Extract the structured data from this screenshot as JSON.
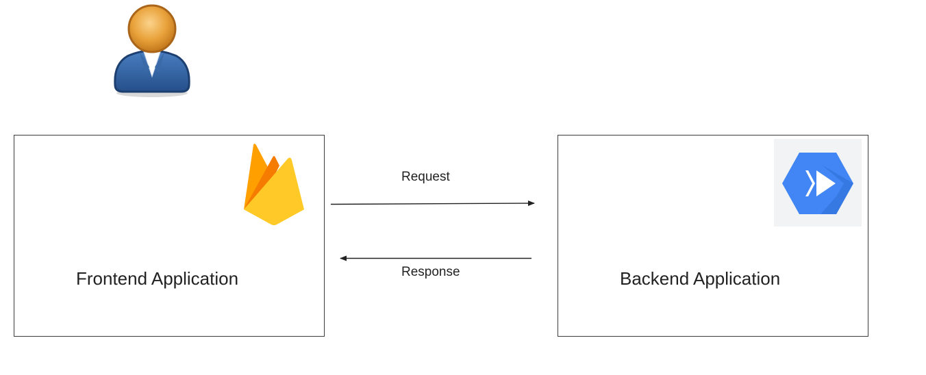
{
  "nodes": {
    "user": {
      "icon": "user-person-icon"
    },
    "frontend": {
      "label": "Frontend Application",
      "icon": "firebase-icon"
    },
    "backend": {
      "label": "Backend Application",
      "icon": "cloud-run-icon"
    }
  },
  "edges": {
    "request": {
      "label": "Request",
      "from": "frontend",
      "to": "backend"
    },
    "response": {
      "label": "Response",
      "from": "backend",
      "to": "frontend"
    }
  },
  "colors": {
    "border": "#3a3a3a",
    "arrow": "#222222",
    "user_head": "#e8a33c",
    "user_body": "#2f5f9e",
    "firebase_yellow": "#ffca28",
    "firebase_orange": "#ffa000",
    "firebase_dark": "#f57c00",
    "cloudrun_blue": "#4285f4"
  }
}
